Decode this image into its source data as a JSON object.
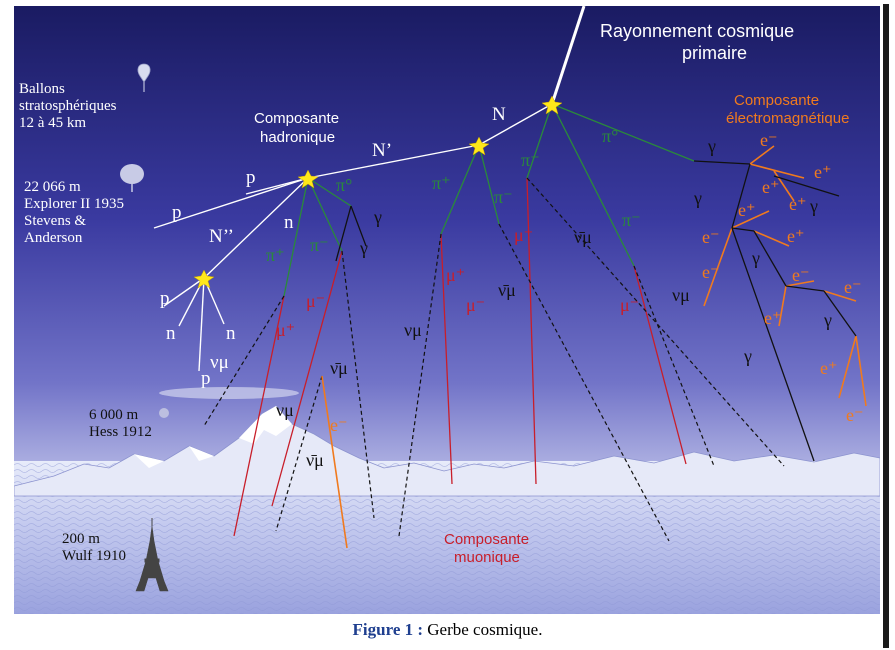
{
  "figure": {
    "primary_label_line1": "Rayonnement cosmique",
    "primary_label_line2": "primaire",
    "hadronic_line1": "Composante",
    "hadronic_line2": "hadronique",
    "em_line1": "Composante",
    "em_line2": "électromagnétique",
    "muonic_line1": "Composante",
    "muonic_line2": "muonique"
  },
  "altitudes": {
    "balloons_line1": "Ballons",
    "balloons_line2": "stratosphériques",
    "balloons_line3": "12 à 45 km",
    "explorer_line1": "22 066 m",
    "explorer_line2": "Explorer II 1935",
    "explorer_line3": "Stevens &",
    "explorer_line4": "Anderson",
    "hess_line1": "6 000 m",
    "hess_line2": "Hess 1912",
    "wulf_line1": "200 m",
    "wulf_line2": "Wulf 1910"
  },
  "particles": {
    "N": "N",
    "Nprime": "N’",
    "Ndouble": "N’’",
    "p": "p",
    "n": "n",
    "pi0": "π°",
    "pi_plus": "π⁺",
    "pi_minus": "π⁻",
    "mu_plus": "μ⁺",
    "mu_minus": "μ⁻",
    "nu_mu": "νμ",
    "nu_mu_bar": "ν̄μ",
    "gamma": "γ",
    "e_minus": "e⁻",
    "e_plus": "e⁺"
  },
  "caption": {
    "number": "Figure 1 :",
    "text": " Gerbe cosmique."
  },
  "colors": {
    "hadronic": "#ffffff",
    "pion": "#2a8a3a",
    "muon": "#c81e2a",
    "electron": "#f07a1e",
    "gamma": "#111111",
    "sky_top": "#1b1d6e",
    "sky_bottom": "#8a8ed6"
  }
}
